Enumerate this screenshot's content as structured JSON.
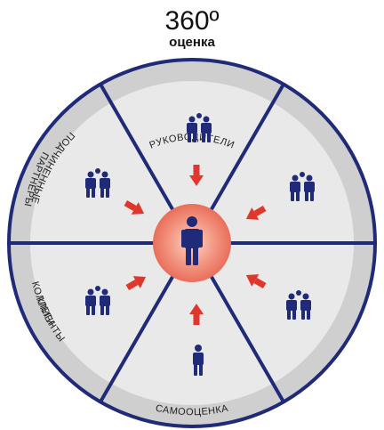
{
  "title": {
    "main": "360º",
    "sub": "оценка"
  },
  "segments": [
    {
      "label": "РУКОВОДИТЕЛИ"
    },
    {
      "label": "КОЛЛЕГИ"
    },
    {
      "label": "ПАРТНЕРЫ"
    },
    {
      "label": "САМООЦЕНКА"
    },
    {
      "label": "КЛИЕНТЫ"
    },
    {
      "label": "ПОДЧИНЕННЫЕ"
    }
  ],
  "colors": {
    "ring": "#cfcfcf",
    "inner": "#e9e9e9",
    "lines": "#1f2a78",
    "person": "#1f2a78",
    "arrow": "#e0362b",
    "center_glow": "#f08a7a"
  },
  "icons": {
    "group": "people-group-icon",
    "single": "person-icon",
    "arrow": "arrow-icon"
  }
}
